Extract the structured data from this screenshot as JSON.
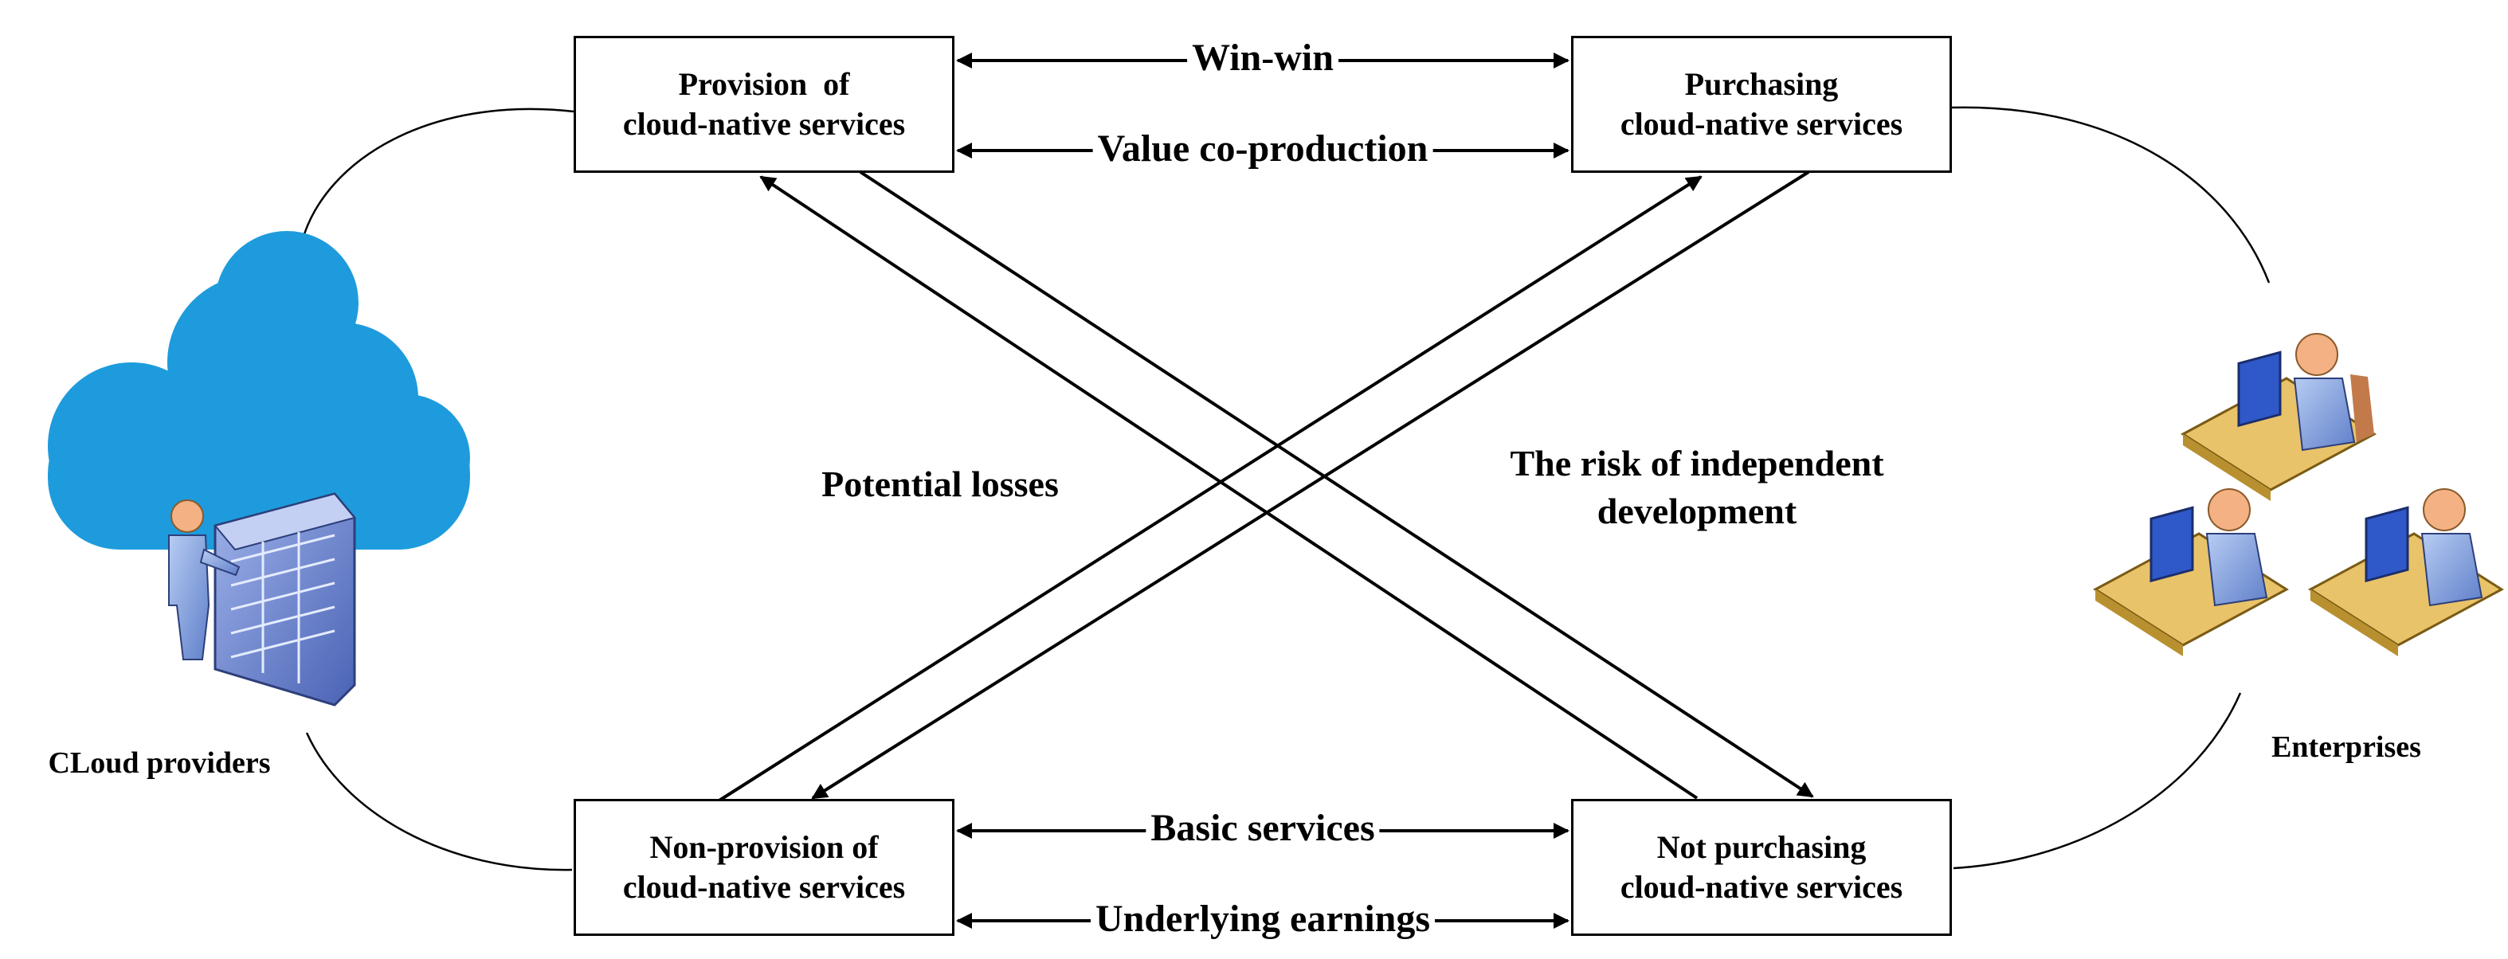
{
  "nodes": {
    "provision": {
      "line1": "Provision  of",
      "line2": "cloud-native services"
    },
    "purchasing": {
      "line1": "Purchasing",
      "line2": "cloud-native services"
    },
    "non_provision": {
      "line1": "Non-provision of",
      "line2": "cloud-native services"
    },
    "not_purchasing": {
      "line1": "Not purchasing",
      "line2": "cloud-native services"
    }
  },
  "edges": {
    "win_win": "Win-win",
    "value_coproduction": "Value co-production",
    "basic_services": "Basic services",
    "underlying_earnings": "Underlying earnings"
  },
  "annotations": {
    "potential_losses": "Potential losses",
    "risk_line1": "The risk of independent",
    "risk_line2": "development"
  },
  "actors": {
    "cloud_providers": "CLoud providers",
    "enterprises": "Enterprises"
  },
  "colors": {
    "cloud": "#1e9bdc",
    "person": "#8aaee8",
    "skin": "#f4b183",
    "desk": "#e8c36a",
    "server": "#6d87cf"
  },
  "icons": {
    "providers": "cloud-server-icon",
    "enterprises": "office-workers-icon"
  }
}
